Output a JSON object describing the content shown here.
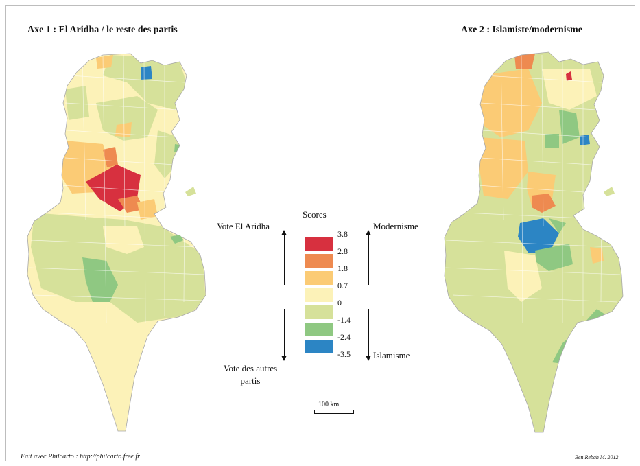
{
  "maps": {
    "left_title": "Axe 1 : El Aridha / le reste des partis",
    "right_title": "Axe 2 : Islamiste/modernisme"
  },
  "legend": {
    "title": "Scores",
    "classes": [
      {
        "label": "3.8",
        "color": "#d7303f"
      },
      {
        "label": "2.8",
        "color": "#ee8a50"
      },
      {
        "label": "1.8",
        "color": "#fbcb75"
      },
      {
        "label": "0.7",
        "color": "#fcf2b8"
      },
      {
        "label": "0",
        "color": "#d6e19a"
      },
      {
        "label": "-1.4",
        "color": "#8fc882"
      },
      {
        "label": "-2.4",
        "color": "#2c85c4"
      },
      {
        "label": "-3.5",
        "color": ""
      }
    ]
  },
  "axis1": {
    "top_label": "Vote El Aridha",
    "bottom_label": "Vote des autres partis"
  },
  "axis2": {
    "top_label": "Modernisme",
    "bottom_label": "Islamisme"
  },
  "scale": {
    "label": "100 km"
  },
  "footer": {
    "left": "Fait avec Philcarto : http://philcarto.free.fr",
    "right": "Ben Rebah M. 2012"
  }
}
